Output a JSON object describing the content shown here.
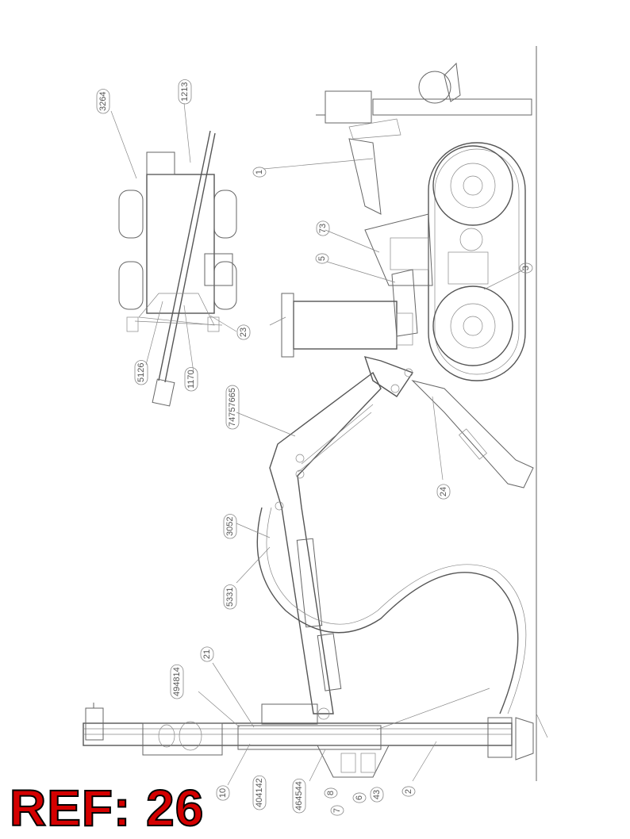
{
  "reference": {
    "label": "REF: 26"
  },
  "callouts": [
    {
      "id": "c-3264",
      "text": "3264"
    },
    {
      "id": "c-1213",
      "text": "1213"
    },
    {
      "id": "c-1",
      "text": "1"
    },
    {
      "id": "c-73",
      "text": "73"
    },
    {
      "id": "c-5",
      "text": "5"
    },
    {
      "id": "c-3",
      "text": "3"
    },
    {
      "id": "c-23",
      "text": "23"
    },
    {
      "id": "c-5126",
      "text": "5126"
    },
    {
      "id": "c-1170",
      "text": "1170"
    },
    {
      "id": "c-74757665",
      "text": "74757665"
    },
    {
      "id": "c-24",
      "text": "24"
    },
    {
      "id": "c-3052",
      "text": "3052"
    },
    {
      "id": "c-5331",
      "text": "5331"
    },
    {
      "id": "c-21",
      "text": "21"
    },
    {
      "id": "c-494814",
      "text": "494814"
    },
    {
      "id": "c-10",
      "text": "10"
    },
    {
      "id": "c-404142",
      "text": "404142"
    },
    {
      "id": "c-464544",
      "text": "464544"
    },
    {
      "id": "c-8",
      "text": "8"
    },
    {
      "id": "c-7",
      "text": "7"
    },
    {
      "id": "c-6",
      "text": "6"
    },
    {
      "id": "c-43",
      "text": "43"
    },
    {
      "id": "c-2",
      "text": "2"
    }
  ]
}
